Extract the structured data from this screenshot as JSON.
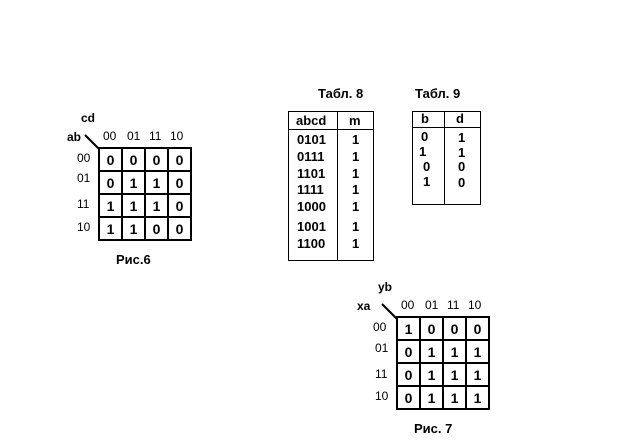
{
  "map6": {
    "col_var": "cd",
    "row_var": "ab",
    "col_labels": [
      "00",
      "01",
      "11",
      "10"
    ],
    "row_labels": [
      "00",
      "01",
      "11",
      "10"
    ],
    "cells": [
      [
        "0",
        "0",
        "0",
        "0"
      ],
      [
        "0",
        "1",
        "1",
        "0"
      ],
      [
        "1",
        "1",
        "1",
        "0"
      ],
      [
        "1",
        "1",
        "0",
        "0"
      ]
    ],
    "caption": "Рис.6"
  },
  "table8": {
    "title": "Табл. 8",
    "headers": [
      "abcd",
      "m"
    ],
    "rows": [
      [
        "0101",
        "1"
      ],
      [
        "0111",
        "1"
      ],
      [
        "1101",
        "1"
      ],
      [
        "1111",
        "1"
      ],
      [
        "1000",
        "1"
      ],
      [
        "1001",
        "1"
      ],
      [
        "1100",
        "1"
      ]
    ]
  },
  "table9": {
    "title": "Табл. 9",
    "headers": [
      "b",
      "d"
    ],
    "rows": [
      [
        "0",
        "1"
      ],
      [
        "1",
        "1"
      ],
      [
        "0",
        "0"
      ],
      [
        "1",
        "0"
      ]
    ]
  },
  "map7": {
    "col_var": "yb",
    "row_var": "xa",
    "col_labels": [
      "00",
      "01",
      "11",
      "10"
    ],
    "row_labels": [
      "00",
      "01",
      "11",
      "10"
    ],
    "cells": [
      [
        "1",
        "0",
        "0",
        "0"
      ],
      [
        "0",
        "1",
        "1",
        "1"
      ],
      [
        "0",
        "1",
        "1",
        "1"
      ],
      [
        "0",
        "1",
        "1",
        "1"
      ]
    ],
    "caption": "Рис. 7"
  }
}
